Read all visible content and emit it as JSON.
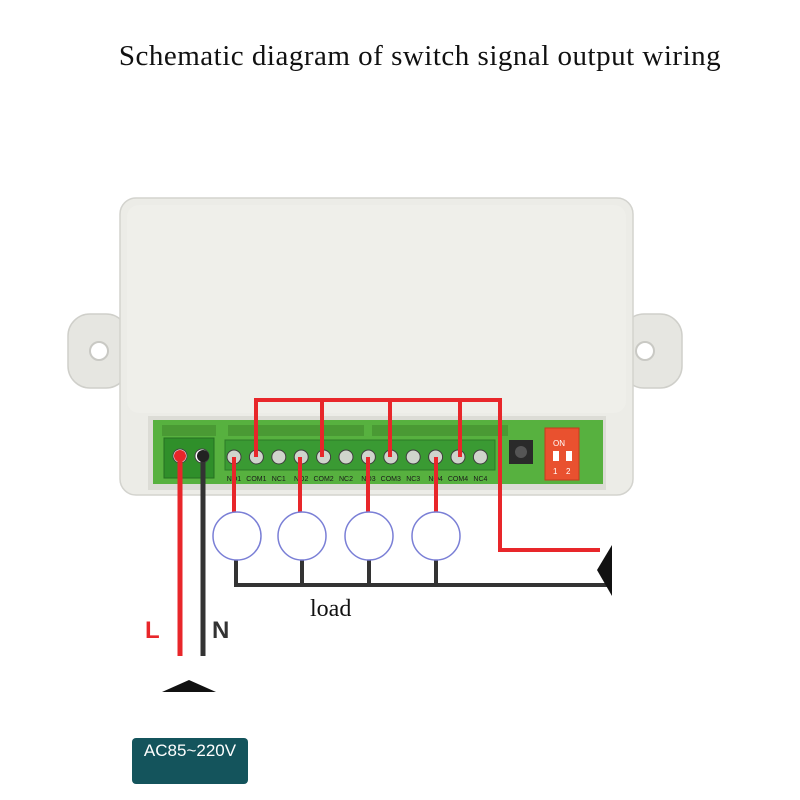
{
  "title": "Schematic diagram of switch signal output wiring",
  "terminal_labels": [
    "NO1",
    "COM1",
    "NC1",
    "NO2",
    "COM2",
    "NC2",
    "NO3",
    "COM3",
    "NC3",
    "NO4",
    "COM4",
    "NC4"
  ],
  "dip_switch": {
    "header": "ON",
    "positions": [
      "1",
      "2"
    ]
  },
  "load_label": "load",
  "line_label": "L",
  "neutral_label": "N",
  "power_input": "AC85~220V",
  "colors": {
    "live_wire": "#e8262a",
    "neutral_wire": "#333333",
    "pcb": "#57b13f",
    "enclosure": "#ebebe6",
    "power_badge": "#14545c"
  }
}
